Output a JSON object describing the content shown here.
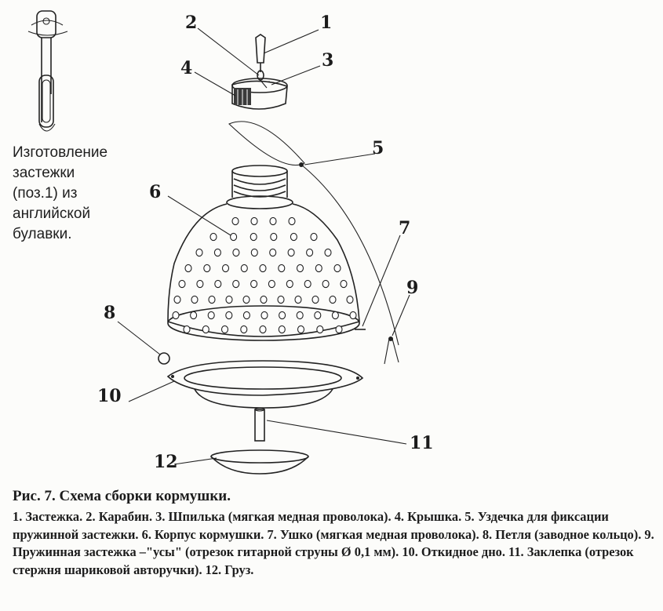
{
  "labels": {
    "n1": "1",
    "n2": "2",
    "n3": "3",
    "n4": "4",
    "n5": "5",
    "n6": "6",
    "n7": "7",
    "n8": "8",
    "n9": "9",
    "n10": "10",
    "n11": "11",
    "n12": "12"
  },
  "pin_caption": "Изготовление\nзастежки\n(поз.1) из\nанглийской\nбулавки.",
  "caption": {
    "title": "Рис. 7. Схема сборки кормушки.",
    "body": "1. Застежка. 2. Карабин. 3. Шпилька (мягкая медная проволока). 4. Крышка. 5. Уздечка для фиксации пружинной застежки. 6. Корпус кормушки. 7. Ушко (мягкая медная проволока). 8. Петля (заводное кольцо). 9. Пружинная застежка –\"усы\" (отрезок гитарной струны Ø 0,1 мм). 10. Откидное дно. 11. Заклепка (отрезок стержня шариковой авторучки). 12. Груз."
  }
}
